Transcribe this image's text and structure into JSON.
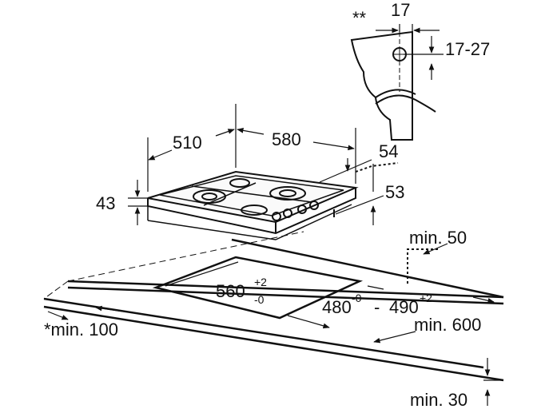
{
  "labels": {
    "double_star": "**",
    "bracket_width": "17",
    "bracket_range": "17-27",
    "width_510": "510",
    "width_580": "580",
    "height_43": "43",
    "depth_54": "54",
    "depth_53": "53",
    "min_50": "min. 50",
    "cutout_560": "560",
    "cutout_560_plus": "+2",
    "cutout_560_minus": "-0",
    "cutout_480": "480",
    "cutout_480_sup": "-0",
    "cutout_dash": "-",
    "cutout_490": "490",
    "cutout_490_sup": "+2",
    "min_100": "*min. 100",
    "min_600": "min. 600",
    "min_30": "min. 30"
  }
}
